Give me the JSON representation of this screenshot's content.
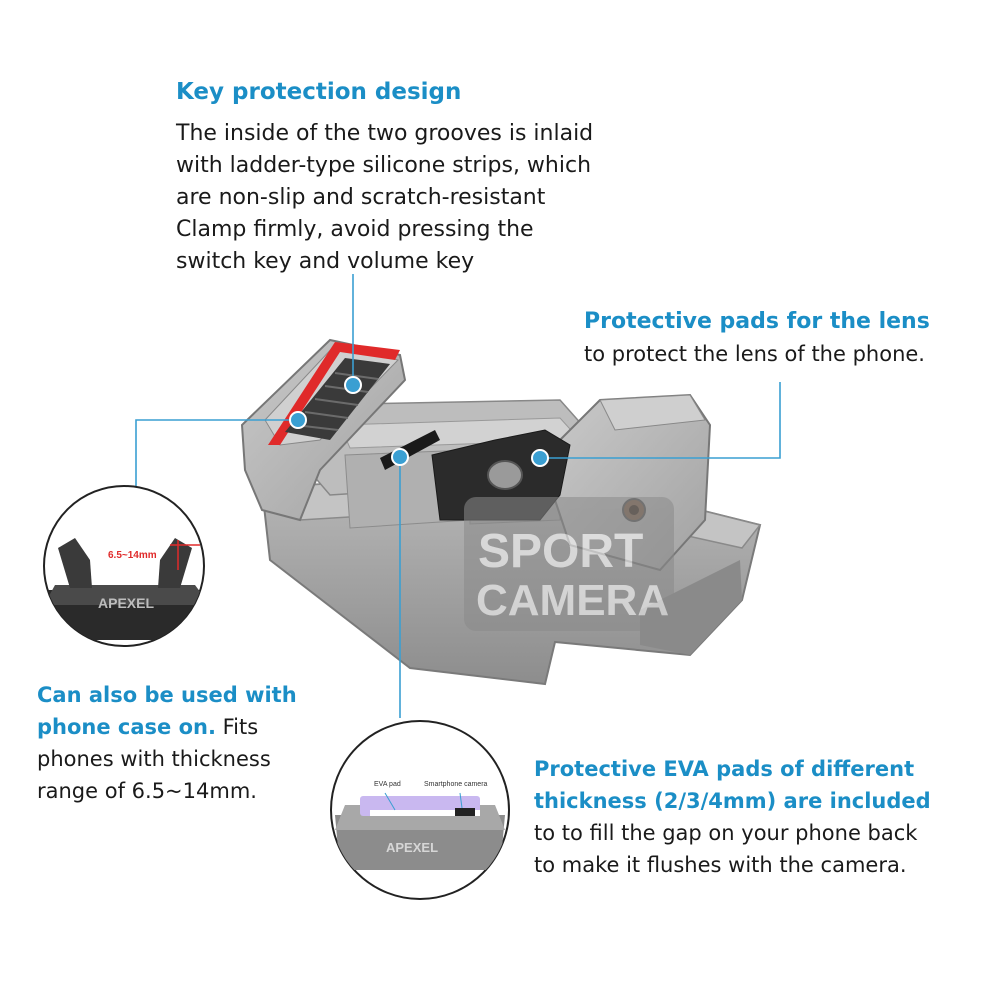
{
  "colors": {
    "accent": "#1b8ec6",
    "callout_line": "#3a9fd2",
    "device": "#a3a3a3",
    "device_dark": "#6f6f6f",
    "pad": "#2b2b2b",
    "strip": "#e02a2a"
  },
  "key_protection": {
    "heading": "Key protection design",
    "lines": [
      "The inside of the two grooves is inlaid",
      "with ladder-type silicone strips, which",
      "are non-slip and scratch-resistant",
      "Clamp firmly, avoid pressing the",
      "switch key and volume key"
    ]
  },
  "lens_pads": {
    "heading": "Protective pads for the lens",
    "line": "to protect the lens of the phone."
  },
  "phone_case": {
    "heading_line1": "Can also be used with",
    "heading_line2": "phone case on.",
    "line2_rest": " Fits",
    "lines": [
      "phones with thickness",
      "range of 6.5~14mm."
    ]
  },
  "eva_pads": {
    "heading_lines": [
      "Protective EVA pads of different",
      "thickness (2/3/4mm) are included"
    ],
    "lines": [
      "to  to fill the gap on your phone back",
      "to make it flushes with the camera."
    ]
  },
  "inset_clamp": {
    "dimension": "6.5~14mm",
    "brand": "APEXEL"
  },
  "inset_eva": {
    "label_pad": "EVA pad",
    "label_camera": "Smartphone camera",
    "brand": "APEXEL"
  },
  "watermark": {
    "line1": "SPORT",
    "line2": "CAMERA"
  }
}
